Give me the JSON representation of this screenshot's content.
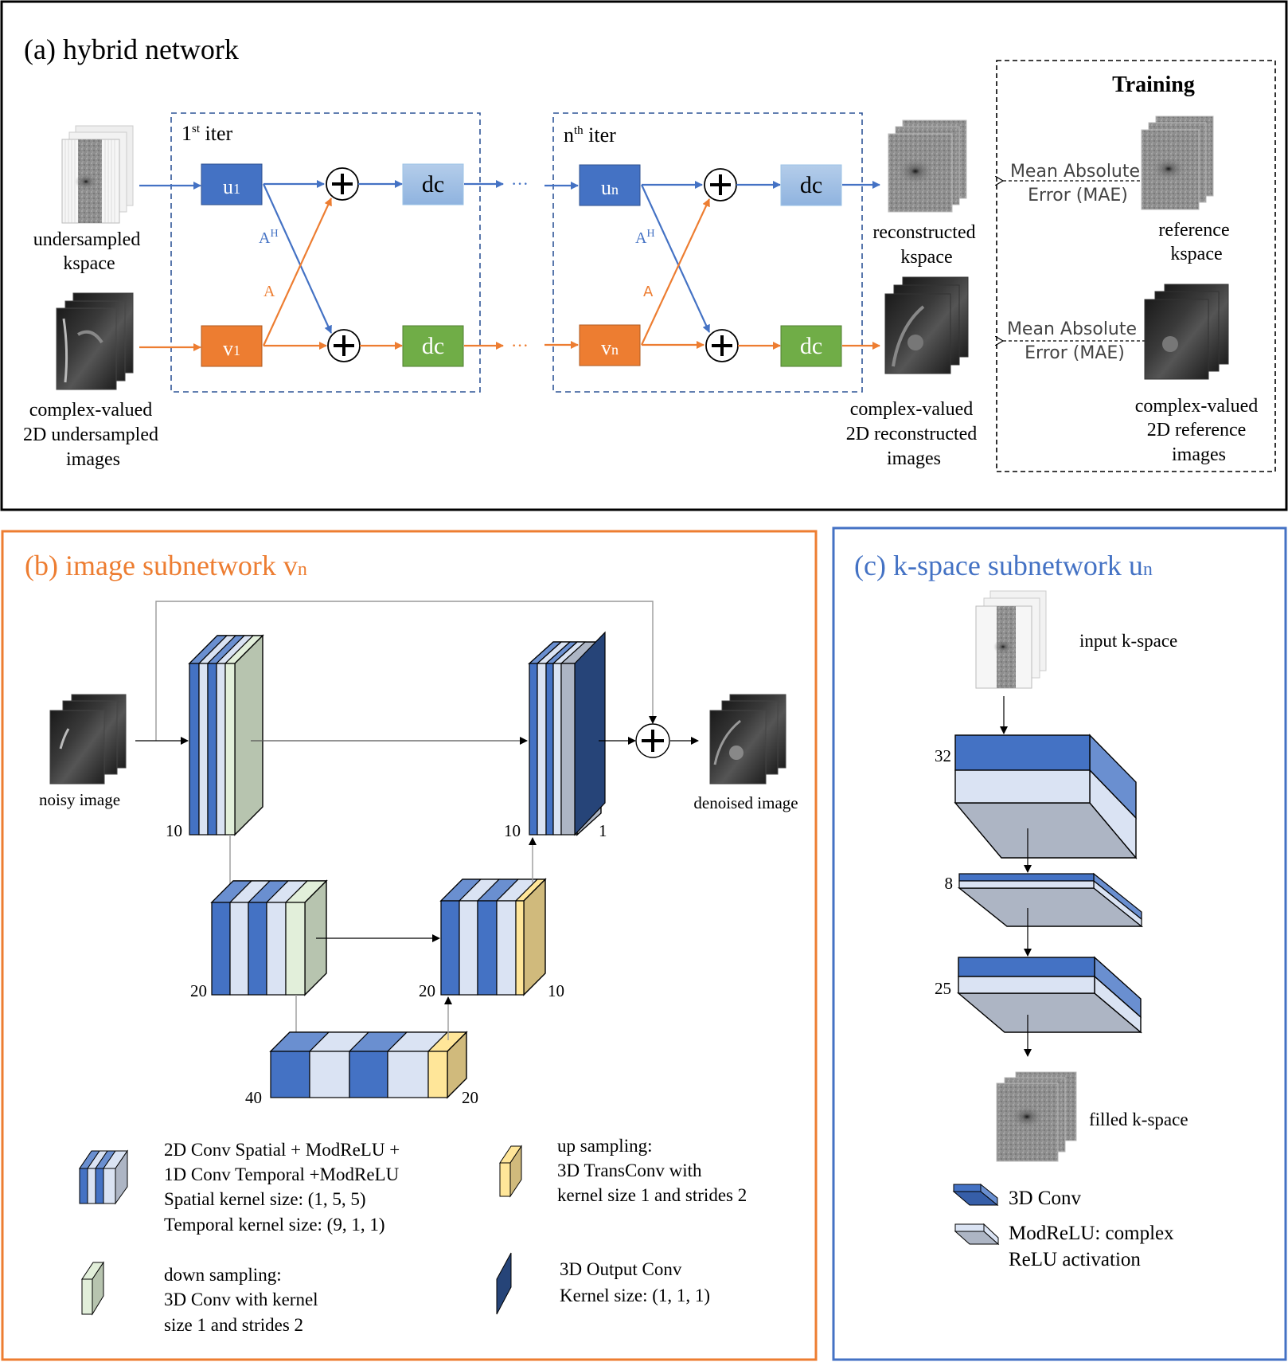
{
  "colors": {
    "blue": "#4472c4",
    "blue_light_top": "#6a8fd0",
    "blue_pale": "#dae3f3",
    "blue_dc": "#9dc3e6",
    "orange": "#ed7d31",
    "green_dc": "#70ad47",
    "gray_side": "#adb5c4",
    "green_pale": "#e2efda",
    "green_side": "#b7c4af",
    "yellow_face": "#ffe699",
    "yellow_side": "#d0ba7c",
    "navy": "#264478",
    "dash_blue": "#2f5597"
  },
  "panel_a": {
    "title": "(a) hybrid network",
    "iter1_label": "1",
    "iter1_sup": "st",
    "iter1_suffix": " iter",
    "itern_label": "n",
    "itern_sup": "th",
    "itern_suffix": " iter",
    "u1": "u",
    "u1_sub": "1",
    "v1": "v",
    "v1_sub": "1",
    "un": "u",
    "un_sub": "n",
    "vn": "v",
    "vn_sub": "n",
    "dc": "dc",
    "AH": "A",
    "AH_sup": "H",
    "A": "A",
    "ellipsis": "···",
    "undersampled_kspace": [
      "undersampled",
      "kspace"
    ],
    "undersampled_images": [
      "complex-valued",
      "2D undersampled",
      "images"
    ],
    "reconstructed_kspace": [
      "reconstructed",
      "kspace"
    ],
    "reconstructed_images": [
      "complex-valued",
      "2D reconstructed",
      "images"
    ],
    "training": {
      "title": "Training",
      "mae_top": [
        "Mean Absolute",
        "Error (MAE)"
      ],
      "mae_bottom": [
        "Mean Absolute",
        "Error (MAE)"
      ],
      "reference_kspace": [
        "reference",
        "kspace"
      ],
      "reference_images": [
        "complex-valued",
        "2D reference",
        "images"
      ]
    }
  },
  "panel_b": {
    "title": "(b) image subnetwork v",
    "title_sub": "n",
    "noisy_image": "noisy image",
    "denoised_image": "denoised image",
    "block_labels": {
      "enc1_left": "10",
      "enc2_left": "20",
      "bottleneck_left": "40",
      "bottleneck_right": "20",
      "dec2_left": "20",
      "dec2_right": "10",
      "dec1_left": "10",
      "dec1_right": "1"
    },
    "legend": {
      "conv_block": [
        "2D Conv Spatial + ModReLU +",
        "1D Conv Temporal +ModReLU",
        "Spatial kernel size: (1, 5, 5)",
        "Temporal kernel size: (9, 1, 1)"
      ],
      "up_sampling": [
        "up sampling:",
        "3D TransConv with",
        "kernel size 1 and strides 2"
      ],
      "down_sampling": [
        "down sampling:",
        "3D Conv with kernel",
        "size 1 and strides 2"
      ],
      "output_conv": [
        "3D Output Conv",
        "Kernel size: (1, 1, 1)"
      ]
    }
  },
  "panel_c": {
    "title": "(c) k-space subnetwork u",
    "title_sub": "n",
    "input_kspace": "input k-space",
    "filled_kspace": "filled k-space",
    "layer_labels": [
      "32",
      "8",
      "25"
    ],
    "legend": {
      "conv3d": "3D Conv",
      "modrelu": [
        "ModReLU: complex",
        "ReLU activation"
      ]
    }
  }
}
